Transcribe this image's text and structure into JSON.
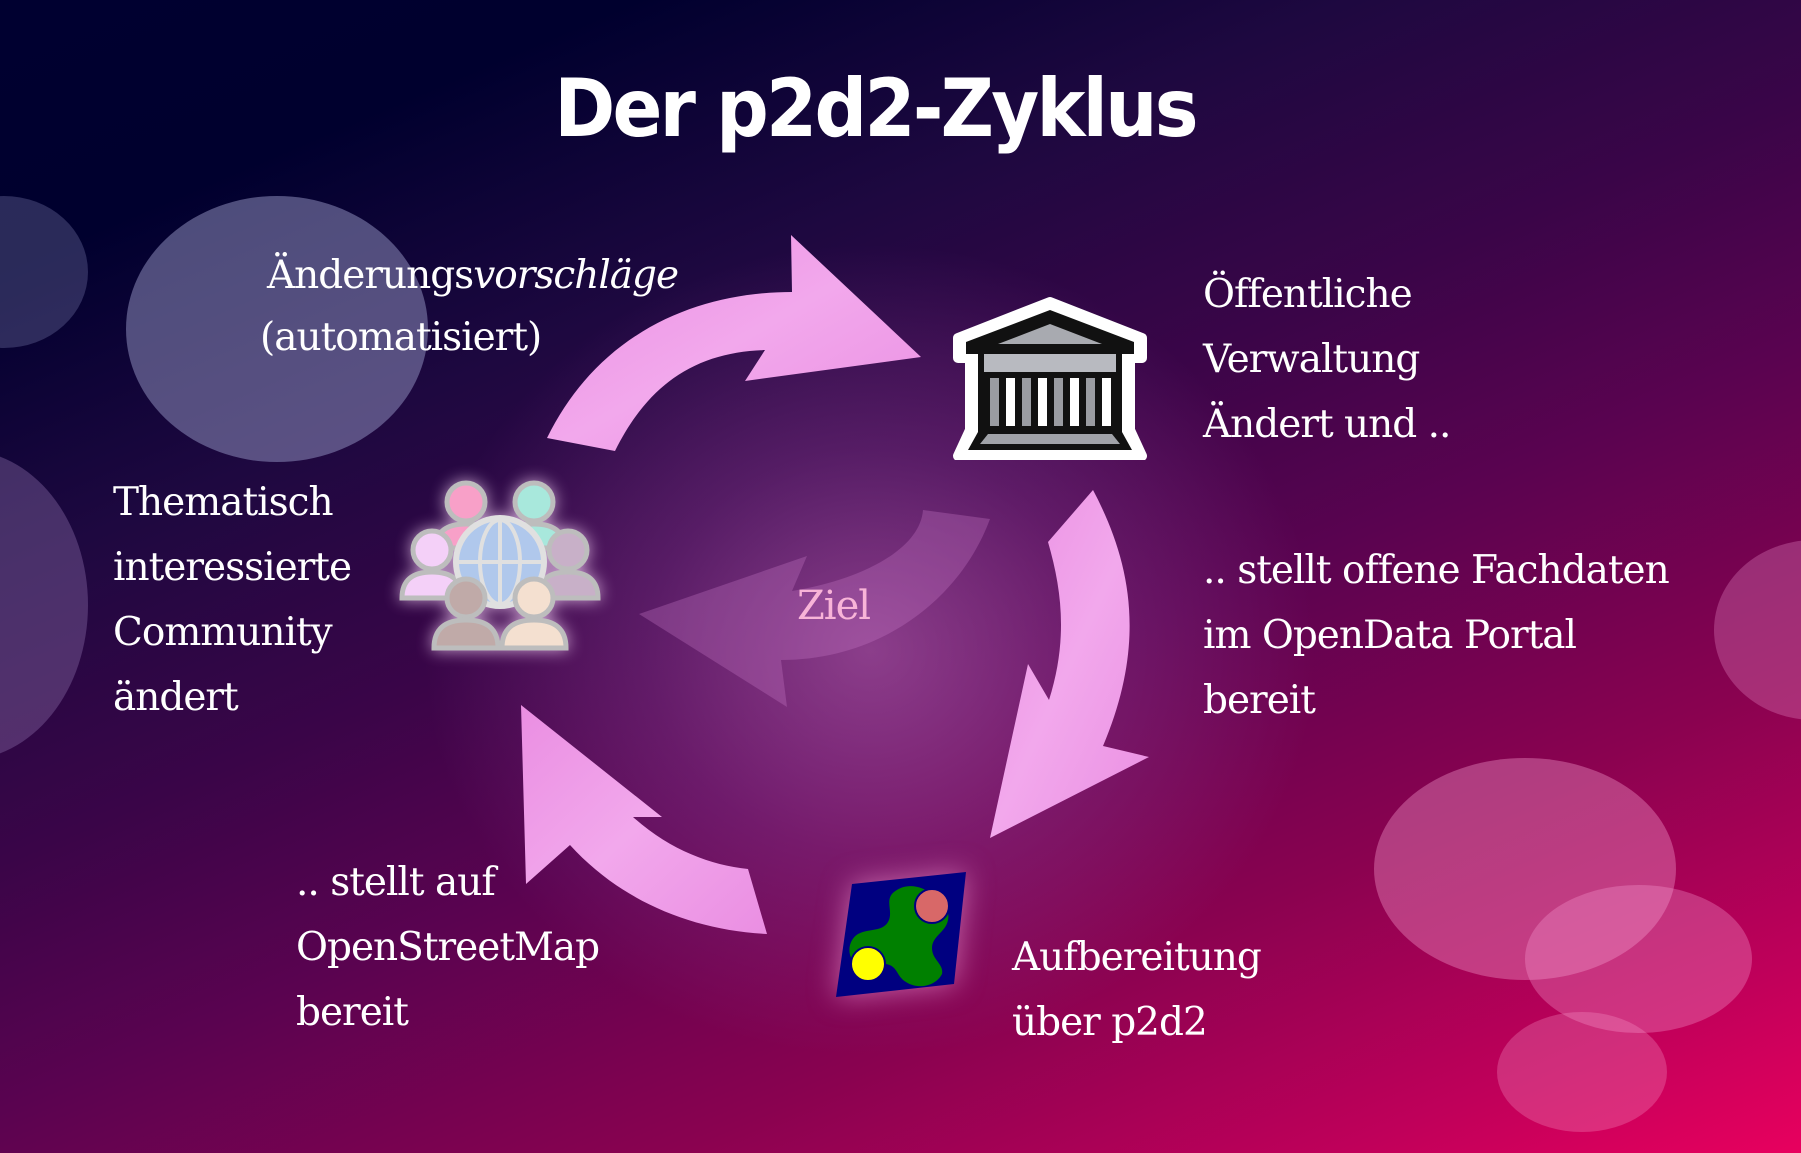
{
  "slide": {
    "title": "Der p2d2-Zyklus",
    "colors": {
      "background_top_left": "#000030",
      "background_mid": "#4a0548",
      "background_bottom_right": "#e8005e",
      "arrow_fill": "#f0a0e8",
      "ziel_text": "#f8b4d8",
      "text": "#ffffff"
    }
  },
  "steps": {
    "proposals": {
      "line1_regular": "Änderungs",
      "line1_italic": "vorschläge",
      "line2": "(automatisiert)"
    },
    "administration": {
      "lines": [
        "Öffentliche",
        "Verwaltung",
        "Ändert und .."
      ],
      "icon": "government-building-icon"
    },
    "opendata": {
      "lines": [
        ".. stellt offene Fachdaten",
        "im OpenData Portal",
        "bereit"
      ]
    },
    "processing": {
      "lines": [
        "Aufbereitung",
        "über p2d2"
      ],
      "icon": "p2d2-logo-icon"
    },
    "osm": {
      "lines": [
        ".. stellt auf",
        "OpenStreetMap",
        "bereit"
      ]
    },
    "community": {
      "lines": [
        "Thematisch",
        "interessierte",
        "Community",
        "ändert"
      ],
      "icon": "community-globe-icon"
    }
  },
  "center": {
    "label": "Ziel",
    "icon": "goal-arrow-icon"
  },
  "arrows": [
    {
      "from": "community",
      "to": "administration",
      "direction": "clockwise"
    },
    {
      "from": "administration",
      "to": "processing",
      "direction": "clockwise"
    },
    {
      "from": "processing",
      "to": "community",
      "direction": "clockwise"
    }
  ]
}
